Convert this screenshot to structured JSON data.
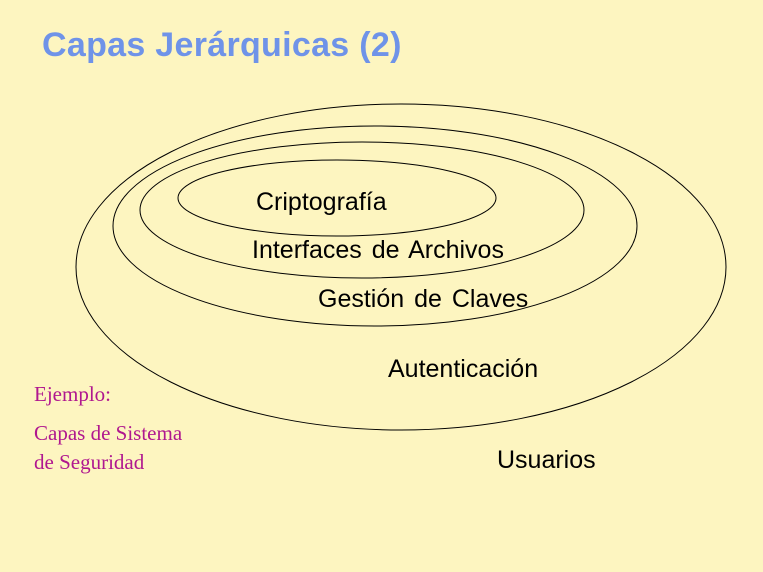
{
  "title": "Capas Jerárquicas (2)",
  "layers": [
    {
      "label": "Criptografía"
    },
    {
      "label": "Interfaces de Archivos"
    },
    {
      "label": "Gestión de Claves"
    },
    {
      "label": "Autenticación"
    },
    {
      "label": "Usuarios"
    }
  ],
  "note": {
    "heading": "Ejemplo:",
    "line1": "Capas de Sistema",
    "line2": "de Seguridad"
  },
  "colors": {
    "background": "#fdf5c0",
    "title": "#6f93e8",
    "note": "#b0178f",
    "stroke": "#000000"
  }
}
